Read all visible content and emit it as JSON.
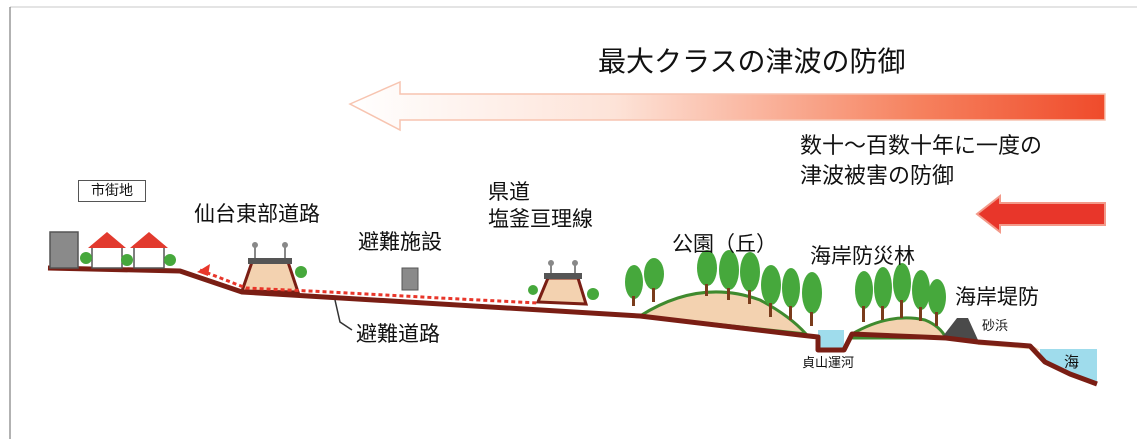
{
  "title_max": "最大クラスの津波の防御",
  "title_freq_line1": "数十～百数十年に一度の",
  "title_freq_line2": "津波被害の防御",
  "labels": {
    "city": "市街地",
    "sendai_road": "仙台東部道路",
    "shelter": "避難施設",
    "prefectural_road_line1": "県道",
    "prefectural_road_line2": "塩釜亘理線",
    "park": "公園（丘）",
    "coastal_forest": "海岸防災林",
    "seawall": "海岸堤防",
    "evacuation_route": "避難道路",
    "canal": "貞山運河",
    "sand_beach": "砂浜",
    "sea": "海"
  },
  "colors": {
    "ground": "#7a1e14",
    "soil": "#f3d2b0",
    "arrow_big": "#ef4b2b",
    "arrow_small": "#e8362a",
    "tree": "#46a83c",
    "water": "#9fdcec"
  }
}
